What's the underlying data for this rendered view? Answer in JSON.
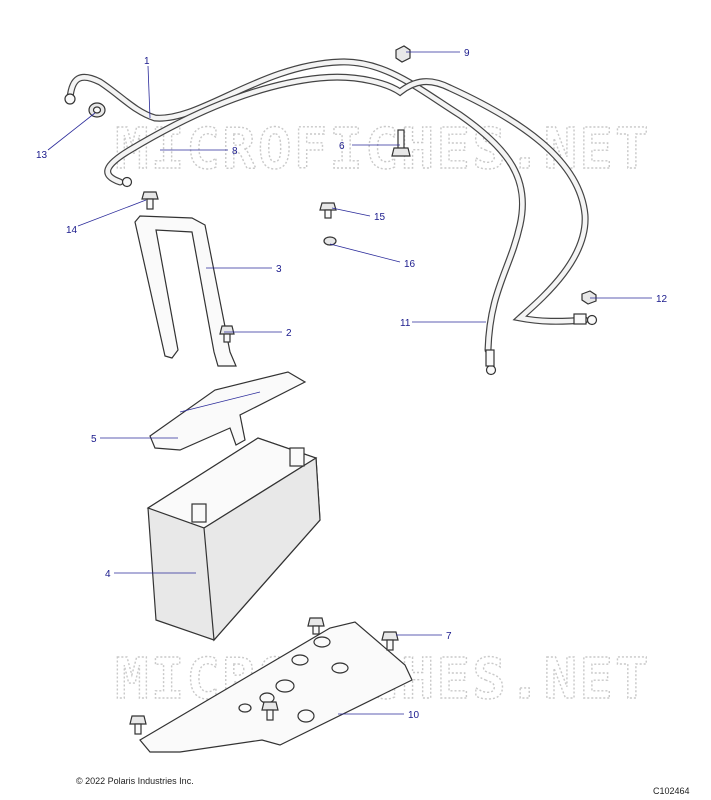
{
  "watermarks": [
    "MICROFICHES.NET",
    "MICROFICHES.NET"
  ],
  "callouts": {
    "c1": "1",
    "c2": "2",
    "c3": "3",
    "c4": "4",
    "c5": "5",
    "c6": "6",
    "c7": "7",
    "c8": "8",
    "c9": "9",
    "c10": "10",
    "c11": "11",
    "c12": "12",
    "c13": "13",
    "c14": "14",
    "c15": "15",
    "c16": "16"
  },
  "footer": {
    "copyright": "© 2022 Polaris Industries Inc.",
    "figure_id": "C102464"
  }
}
